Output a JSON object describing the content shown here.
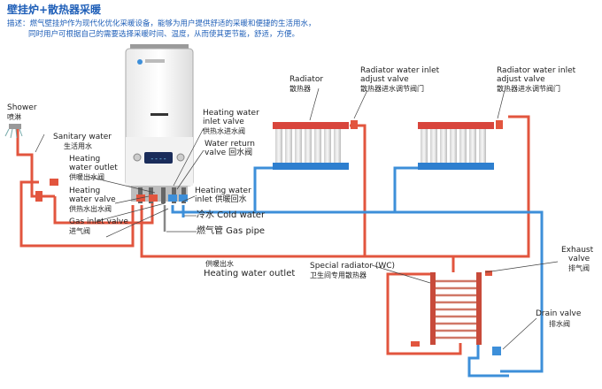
{
  "title": "壁挂炉+散热器采暖",
  "description": {
    "line1": "描述：燃气壁挂炉作为现代化优化采暖设备，能够为用户提供舒适的采暖和便捷的生活用水，",
    "line2": "同时用户可根据自己的需要选择采暖时间、温度，从而使其更节能，舒适，方便。"
  },
  "boiler": {
    "display": "----",
    "brand": ""
  },
  "labels": {
    "shower": {
      "en": "Shower",
      "cn": "喷淋"
    },
    "sanitary_water": {
      "en": "Sanitary water",
      "cn": "生活用水"
    },
    "heating_water_outlet": {
      "en1": "Heating",
      "en2": "water outlet",
      "cn": "供暖出水阀"
    },
    "heating_water_valve": {
      "en1": "Heating",
      "en2": "water valve",
      "cn": "供热水出水阀"
    },
    "gas_inlet_valve": {
      "en": "Gas inlet valve",
      "cn": "进气阀"
    },
    "heating_water_inlet_valve": {
      "en1": "Heating water",
      "en2": "inlet valve",
      "cn": "供热水进水阀"
    },
    "water_return_valve": {
      "en1": "Water return",
      "en2": "valve 回水阀"
    },
    "heating_water_inlet": {
      "en1": "Heating water",
      "en2": "inlet 供暖回水"
    },
    "cold_water": {
      "text": "冷水 Cold water"
    },
    "gas_pipe": {
      "text": "燃气管 Gas pipe"
    },
    "heating_water_outlet_main": {
      "cn": "供暖出水",
      "en": "Heating water outlet"
    },
    "radiator": {
      "en": "Radiator",
      "cn": "散热器"
    },
    "radiator_inlet_valve_1": {
      "en1": "Radiator water inlet",
      "en2": "adjust valve",
      "cn": "散热器进水调节阀门"
    },
    "radiator_inlet_valve_2": {
      "en1": "Radiator water inlet",
      "en2": "adjust valve",
      "cn": "散热器进水调节阀门"
    },
    "special_radiator": {
      "en": "Special radiator (WC)",
      "cn": "卫生间专用散热器"
    },
    "exhaust_valve": {
      "en1": "Exhaust",
      "en2": "valve",
      "cn": "排气阀"
    },
    "drain_valve": {
      "en": "Drain valve",
      "cn": "排水阀"
    }
  },
  "colors": {
    "hot_pipe": "#e2553e",
    "cold_pipe": "#3d8fd9",
    "radiator_top": "#d8453c",
    "radiator_bottom": "#2e7fcf",
    "text_accent": "#1f5fb8"
  }
}
